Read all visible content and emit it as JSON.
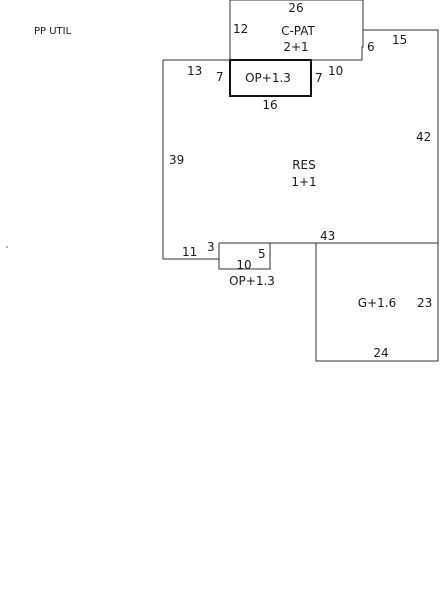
{
  "header": {
    "label": "PP UTIL"
  },
  "areas": {
    "c_pat": {
      "name": "C-PAT",
      "multiplier": "2+1"
    },
    "op_top": {
      "name": "OP+1.3"
    },
    "res": {
      "name": "RES",
      "multiplier": "1+1"
    },
    "op_bottom": {
      "name": "OP+1.3"
    },
    "garage": {
      "name": "G+1.6"
    }
  },
  "dimensions": {
    "c_pat_top": "26",
    "c_pat_left": "12",
    "c_pat_right": "6",
    "upper_right_top": "15",
    "res_top_left": "13",
    "op_top_left": "7",
    "op_top_right": "7",
    "op_top_bottom": "16",
    "res_top_mid": "10",
    "res_right": "42",
    "res_left": "39",
    "res_bottom_left": "11",
    "op_bottom_left": "3",
    "op_bottom_right": "5",
    "op_bottom_bottom": "10",
    "res_bottom": "43",
    "garage_right": "23",
    "garage_bottom": "24"
  },
  "colors": {
    "line": "#333333",
    "text": "#1a1a1a"
  }
}
